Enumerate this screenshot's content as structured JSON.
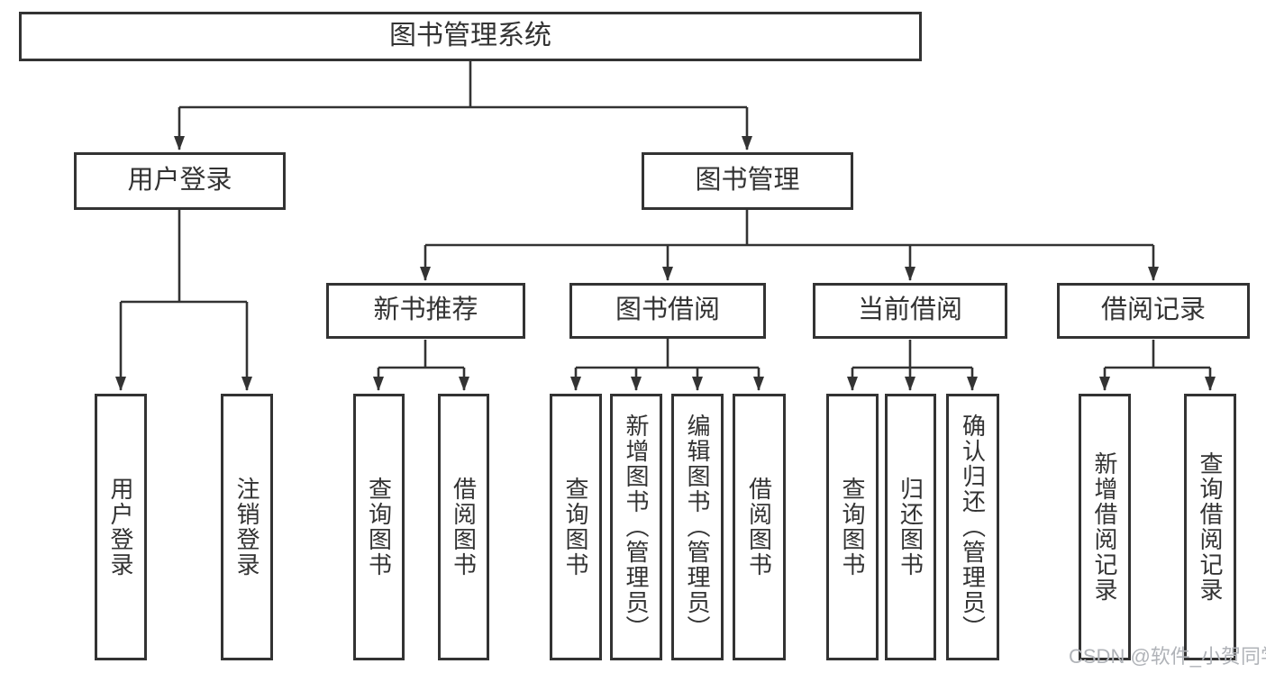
{
  "diagram_type": "hierarchy-tree",
  "colors": {
    "line": "#333333",
    "text": "#333333",
    "background": "#ffffff",
    "watermark": "#b0b3b8"
  },
  "watermark": {
    "text": "CSDN @软件_小贺同学"
  },
  "tree": {
    "label": "图书管理系统",
    "children": [
      {
        "label": "用户登录",
        "children": [
          {
            "label": "用户登录"
          },
          {
            "label": "注销登录"
          }
        ]
      },
      {
        "label": "图书管理",
        "children": [
          {
            "label": "新书推荐",
            "children": [
              {
                "label": "查询图书"
              },
              {
                "label": "借阅图书"
              }
            ]
          },
          {
            "label": "图书借阅",
            "children": [
              {
                "label": "查询图书"
              },
              {
                "label": "新增图书（管理员）"
              },
              {
                "label": "编辑图书（管理员）"
              },
              {
                "label": "借阅图书"
              }
            ]
          },
          {
            "label": "当前借阅",
            "children": [
              {
                "label": "查询图书"
              },
              {
                "label": "归还图书"
              },
              {
                "label": "确认归还（管理员）"
              }
            ]
          },
          {
            "label": "借阅记录",
            "children": [
              {
                "label": "新增借阅记录"
              },
              {
                "label": "查询借阅记录"
              }
            ]
          }
        ]
      }
    ]
  }
}
